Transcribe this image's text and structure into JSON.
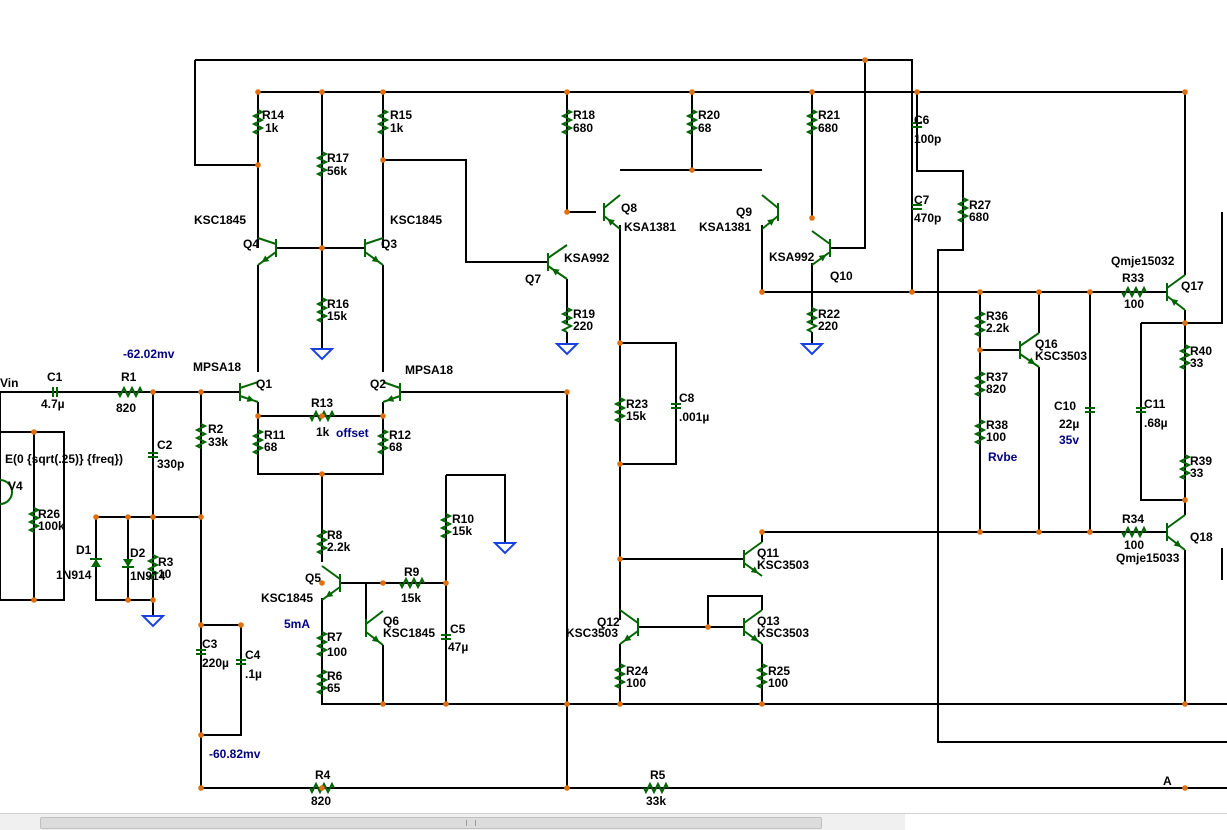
{
  "title": "",
  "components": {
    "R1": {
      "ref": "R1",
      "value": "820"
    },
    "R2": {
      "ref": "R2",
      "value": "33k"
    },
    "R3": {
      "ref": "R3",
      "value": "10"
    },
    "R4": {
      "ref": "R4",
      "value": "820"
    },
    "R5": {
      "ref": "R5",
      "value": "33k"
    },
    "R6": {
      "ref": "R6",
      "value": "65"
    },
    "R7": {
      "ref": "R7",
      "value": "100"
    },
    "R8": {
      "ref": "R8",
      "value": "2.2k"
    },
    "R9": {
      "ref": "R9",
      "value": "15k"
    },
    "R10": {
      "ref": "R10",
      "value": "15k"
    },
    "R11": {
      "ref": "R11",
      "value": "68"
    },
    "R12": {
      "ref": "R12",
      "value": "68"
    },
    "R13": {
      "ref": "R13",
      "value": "1k"
    },
    "R14": {
      "ref": "R14",
      "value": "1k"
    },
    "R15": {
      "ref": "R15",
      "value": "1k"
    },
    "R16": {
      "ref": "R16",
      "value": "15k"
    },
    "R17": {
      "ref": "R17",
      "value": "56k"
    },
    "R18": {
      "ref": "R18",
      "value": "680"
    },
    "R19": {
      "ref": "R19",
      "value": "220"
    },
    "R20": {
      "ref": "R20",
      "value": "68"
    },
    "R21": {
      "ref": "R21",
      "value": "680"
    },
    "R22": {
      "ref": "R22",
      "value": "220"
    },
    "R23": {
      "ref": "R23",
      "value": "15k"
    },
    "R24": {
      "ref": "R24",
      "value": "100"
    },
    "R25": {
      "ref": "R25",
      "value": "100"
    },
    "R26": {
      "ref": "R26",
      "value": "100k"
    },
    "R27": {
      "ref": "R27",
      "value": "680"
    },
    "R33": {
      "ref": "R33",
      "value": "100"
    },
    "R34": {
      "ref": "R34",
      "value": "100"
    },
    "R36": {
      "ref": "R36",
      "value": "2.2k"
    },
    "R37": {
      "ref": "R37",
      "value": "820"
    },
    "R38": {
      "ref": "R38",
      "value": "100"
    },
    "R39": {
      "ref": "R39",
      "value": "33"
    },
    "R40": {
      "ref": "R40",
      "value": "33"
    },
    "C1": {
      "ref": "C1",
      "value": "4.7µ"
    },
    "C2": {
      "ref": "C2",
      "value": "330p"
    },
    "C3": {
      "ref": "C3",
      "value": "220µ"
    },
    "C4": {
      "ref": "C4",
      "value": ".1µ"
    },
    "C5": {
      "ref": "C5",
      "value": "47µ"
    },
    "C6": {
      "ref": "C6",
      "value": "100p"
    },
    "C7": {
      "ref": "C7",
      "value": "470p"
    },
    "C8": {
      "ref": "C8",
      "value": ".001µ"
    },
    "C10": {
      "ref": "C10",
      "value": "22µ"
    },
    "C11": {
      "ref": "C11",
      "value": ".68µ"
    },
    "D1": {
      "ref": "D1",
      "value": "1N914"
    },
    "D2": {
      "ref": "D2",
      "value": "1N914"
    },
    "Q1": {
      "ref": "Q1",
      "value": "MPSA18"
    },
    "Q2": {
      "ref": "Q2",
      "value": "MPSA18"
    },
    "Q3": {
      "ref": "Q3",
      "value": "KSC1845"
    },
    "Q4": {
      "ref": "Q4",
      "value": "KSC1845"
    },
    "Q5": {
      "ref": "Q5",
      "value": "KSC1845"
    },
    "Q6": {
      "ref": "Q6",
      "value": "KSC1845"
    },
    "Q7": {
      "ref": "Q7",
      "value": "KSA992"
    },
    "Q8": {
      "ref": "Q8",
      "value": "KSA1381"
    },
    "Q9": {
      "ref": "Q9",
      "value": "KSA1381"
    },
    "Q10": {
      "ref": "Q10",
      "value": "KSA992"
    },
    "Q11": {
      "ref": "Q11",
      "value": "KSC3503"
    },
    "Q12": {
      "ref": "Q12",
      "value": "KSC3503"
    },
    "Q13": {
      "ref": "Q13",
      "value": "KSC3503"
    },
    "Q16": {
      "ref": "Q16",
      "value": "KSC3503"
    },
    "Q17": {
      "ref": "Q17",
      "value": "Qmje15032"
    },
    "Q18": {
      "ref": "Q18",
      "value": "Qmje15033"
    },
    "V4": {
      "ref": "V4",
      "value": "E(0 {sqrt(.25)} {freq})"
    }
  },
  "annotations": {
    "vin": "Vin",
    "probe_q1": "-62.02mv",
    "probe_c3": "-60.82mv",
    "offset": "offset",
    "current_q5": "5mA",
    "rvbe": "Rvbe",
    "c10_voltage": "35v",
    "node_a": "A"
  }
}
